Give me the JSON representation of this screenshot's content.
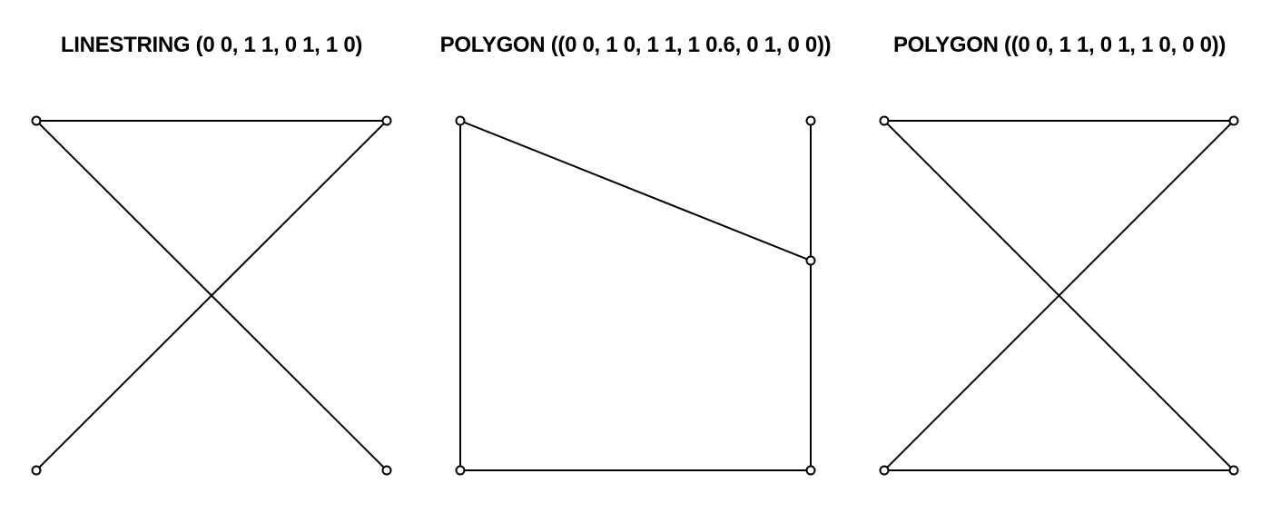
{
  "panels": [
    {
      "title": "LINESTRING (0 0, 1 1, 0 1, 1 0)",
      "geometry_type": "linestring",
      "coordinates": [
        [
          0,
          0
        ],
        [
          1,
          1
        ],
        [
          0,
          1
        ],
        [
          1,
          0
        ]
      ]
    },
    {
      "title": "POLYGON ((0 0, 1 0, 1 1, 1 0.6, 0 1, 0 0))",
      "geometry_type": "polygon",
      "coordinates": [
        [
          0,
          0
        ],
        [
          1,
          0
        ],
        [
          1,
          1
        ],
        [
          1,
          0.6
        ],
        [
          0,
          1
        ],
        [
          0,
          0
        ]
      ]
    },
    {
      "title": "POLYGON ((0 0, 1 1, 0 1, 1 0, 0 0))",
      "geometry_type": "polygon",
      "coordinates": [
        [
          0,
          0
        ],
        [
          1,
          1
        ],
        [
          0,
          1
        ],
        [
          1,
          0
        ],
        [
          0,
          0
        ]
      ]
    }
  ],
  "style": {
    "line_color": "#000000",
    "vertex_fill": "#ffffff"
  }
}
